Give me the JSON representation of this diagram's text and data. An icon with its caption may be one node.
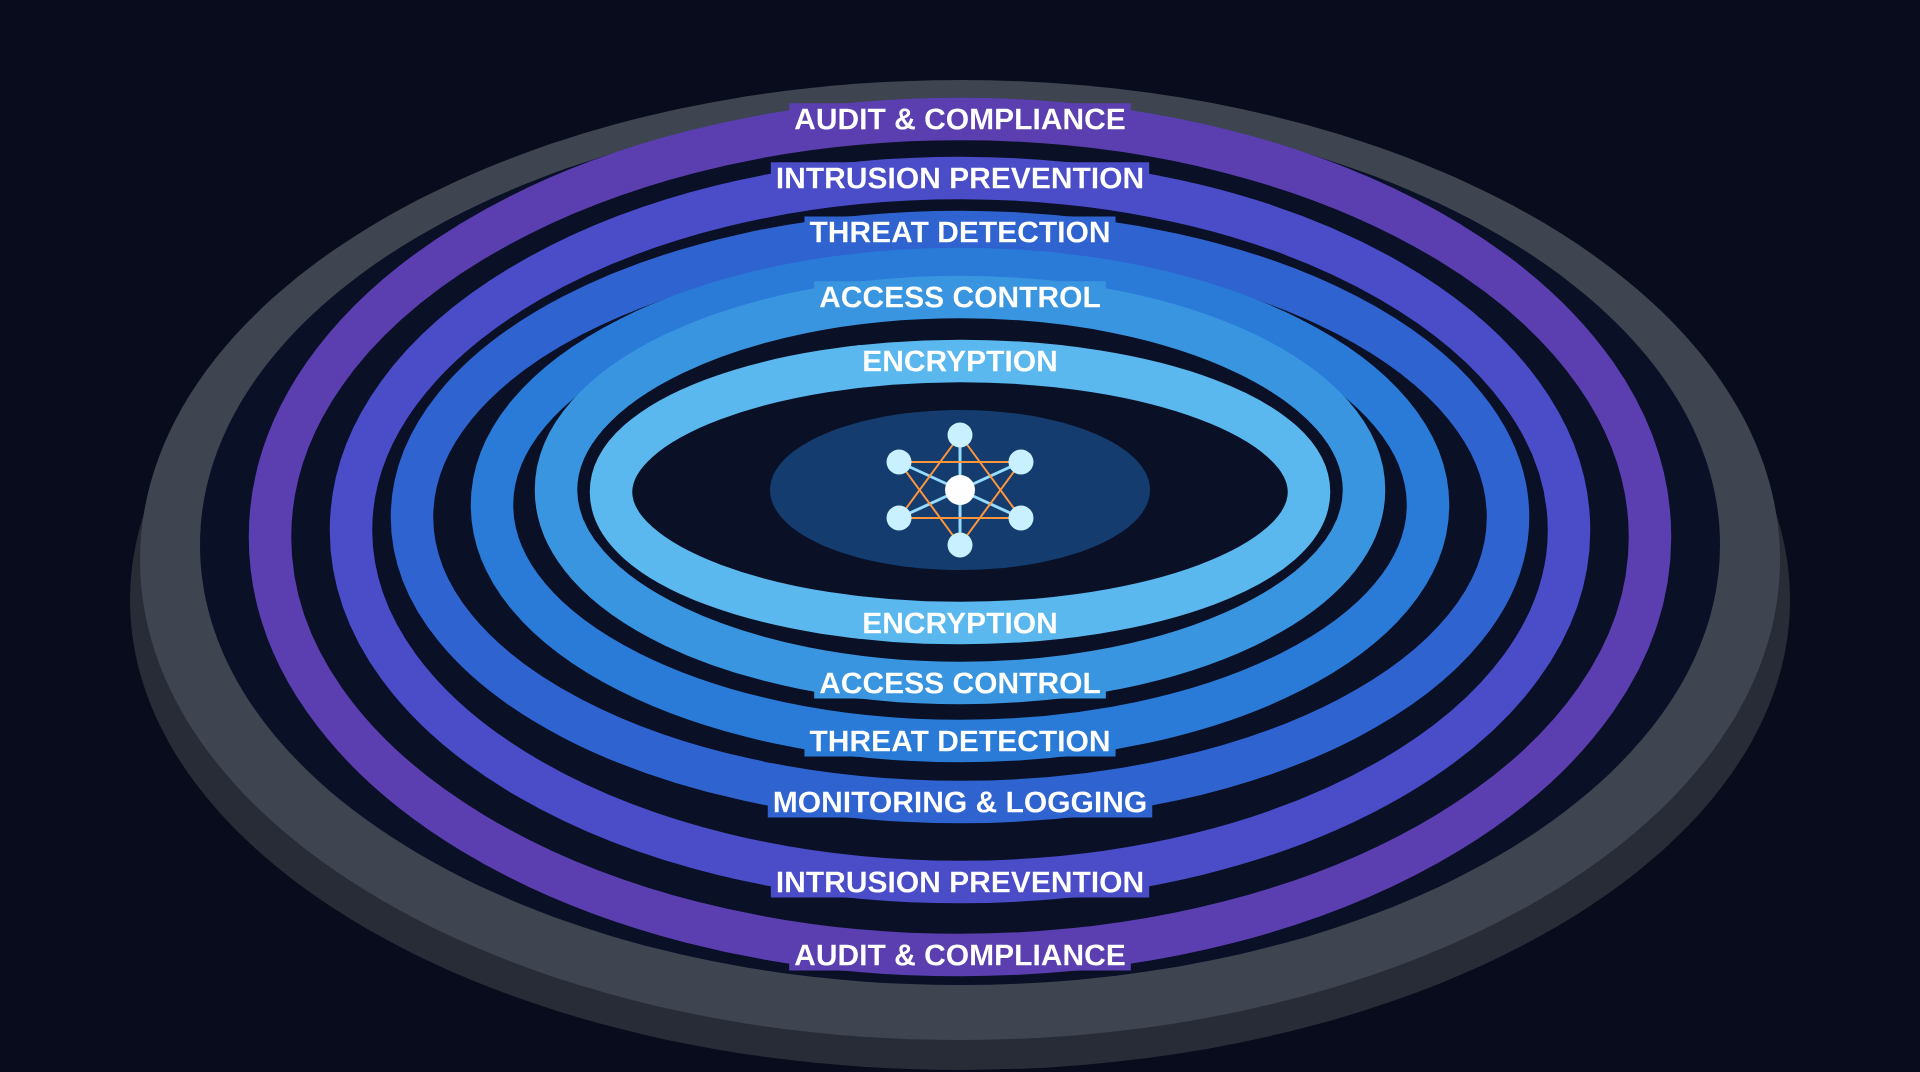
{
  "diagram": {
    "nodes": [
      {
        "text": [
          "AUDIT & COMPLIANCE",
          "AUDIT & COMPLIANCE"
        ]
      },
      {
        "text": [
          "INTRUSION PREVENTION",
          "INTRUSION PREVENTION"
        ],
        "in": 0
      },
      {
        "text": [
          "THREAT DETECTION",
          "MONITORING & LOGGING"
        ],
        "in": 1
      },
      {
        "text": [
          "THREAT DETECTION"
        ],
        "in": 2
      },
      {
        "text": [
          "ACCESS CONTROL",
          "ACCESS CONTROL"
        ],
        "in": 3
      },
      {
        "text": [
          "ENCRYPTION",
          "ENCRYPTION"
        ],
        "in": 4
      }
    ]
  }
}
